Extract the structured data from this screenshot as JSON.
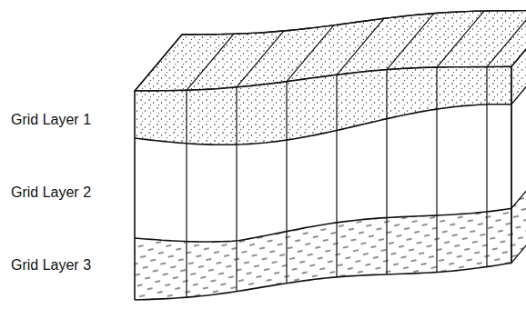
{
  "diagram": {
    "labels": [
      "Grid Layer 1",
      "Grid Layer 2",
      "Grid Layer 3"
    ]
  }
}
